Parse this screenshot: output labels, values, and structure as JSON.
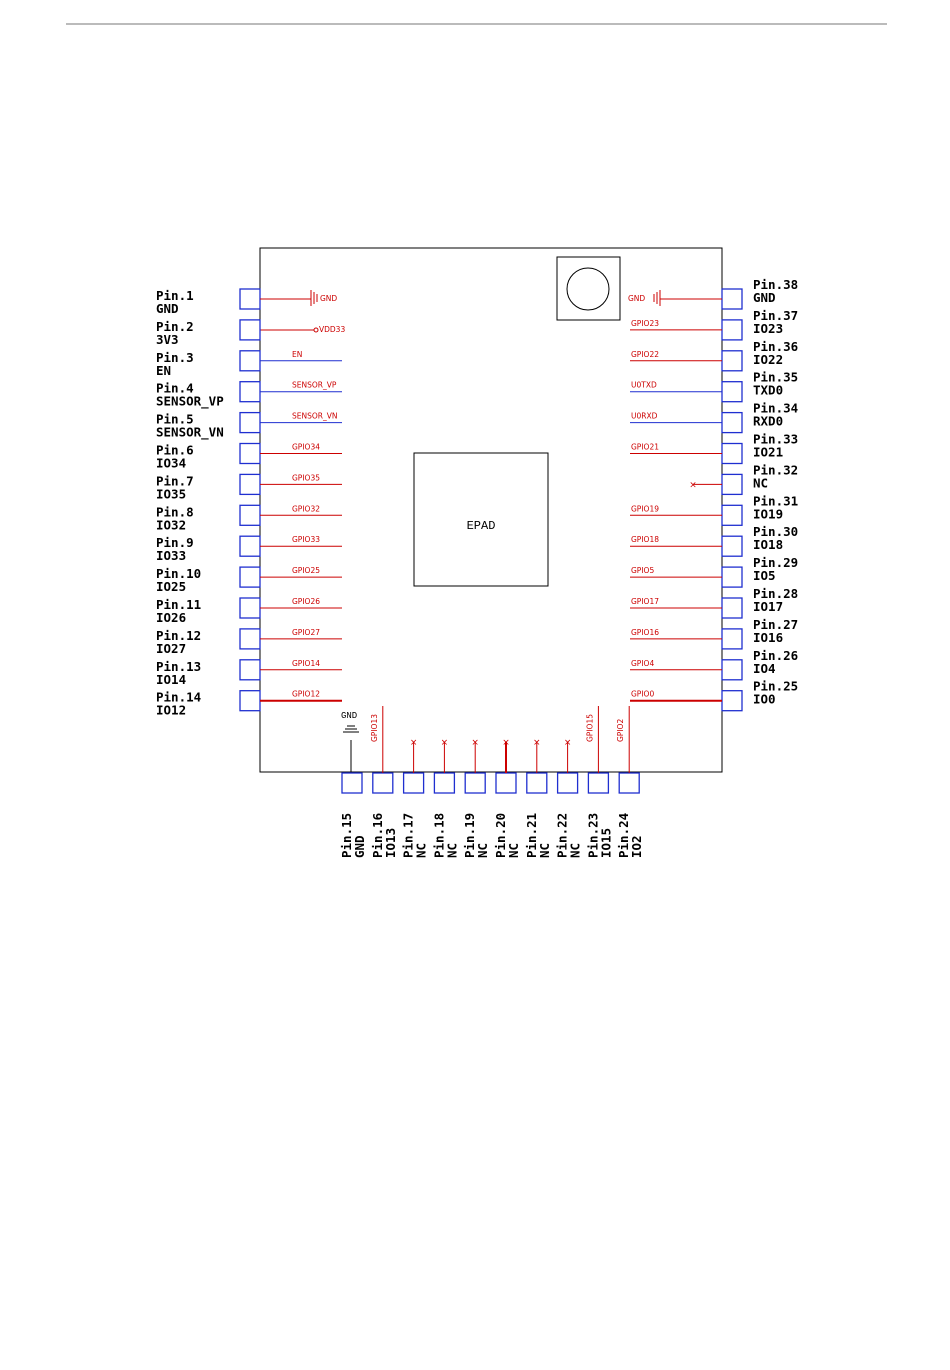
{
  "colors": {
    "pad": "#1f2fd0",
    "wire": "#cc0000",
    "outline": "#000000",
    "text": "#000000"
  },
  "epad": {
    "label": "EPAD"
  },
  "gnd_symbols": {
    "left": "GND",
    "right": "GND",
    "bottom": "GND"
  },
  "vdd_label": "VDD33",
  "left_pins": [
    {
      "pin": "Pin.1",
      "name": "GND",
      "net": ""
    },
    {
      "pin": "Pin.2",
      "name": "3V3",
      "net": ""
    },
    {
      "pin": "Pin.3",
      "name": "EN",
      "net": "EN"
    },
    {
      "pin": "Pin.4",
      "name": "SENSOR_VP",
      "net": "SENSOR_VP"
    },
    {
      "pin": "Pin.5",
      "name": "SENSOR_VN",
      "net": "SENSOR_VN"
    },
    {
      "pin": "Pin.6",
      "name": "IO34",
      "net": "GPIO34"
    },
    {
      "pin": "Pin.7",
      "name": "IO35",
      "net": "GPIO35"
    },
    {
      "pin": "Pin.8",
      "name": "IO32",
      "net": "GPIO32"
    },
    {
      "pin": "Pin.9",
      "name": "IO33",
      "net": "GPIO33"
    },
    {
      "pin": "Pin.10",
      "name": "IO25",
      "net": "GPIO25"
    },
    {
      "pin": "Pin.11",
      "name": "IO26",
      "net": "GPIO26"
    },
    {
      "pin": "Pin.12",
      "name": "IO27",
      "net": "GPIO27"
    },
    {
      "pin": "Pin.13",
      "name": "IO14",
      "net": "GPIO14"
    },
    {
      "pin": "Pin.14",
      "name": "IO12",
      "net": "GPIO12"
    }
  ],
  "right_pins": [
    {
      "pin": "Pin.38",
      "name": "GND",
      "net": ""
    },
    {
      "pin": "Pin.37",
      "name": "IO23",
      "net": "GPIO23"
    },
    {
      "pin": "Pin.36",
      "name": "IO22",
      "net": "GPIO22"
    },
    {
      "pin": "Pin.35",
      "name": "TXD0",
      "net": "U0TXD"
    },
    {
      "pin": "Pin.34",
      "name": "RXD0",
      "net": "U0RXD"
    },
    {
      "pin": "Pin.33",
      "name": "IO21",
      "net": "GPIO21"
    },
    {
      "pin": "Pin.32",
      "name": "NC",
      "net": ""
    },
    {
      "pin": "Pin.31",
      "name": "IO19",
      "net": "GPIO19"
    },
    {
      "pin": "Pin.30",
      "name": "IO18",
      "net": "GPIO18"
    },
    {
      "pin": "Pin.29",
      "name": "IO5",
      "net": "GPIO5"
    },
    {
      "pin": "Pin.28",
      "name": "IO17",
      "net": "GPIO17"
    },
    {
      "pin": "Pin.27",
      "name": "IO16",
      "net": "GPIO16"
    },
    {
      "pin": "Pin.26",
      "name": "IO4",
      "net": "GPIO4"
    },
    {
      "pin": "Pin.25",
      "name": "IO0",
      "net": "GPIO0"
    }
  ],
  "bottom_pins": [
    {
      "pin": "Pin.15",
      "name": "GND",
      "net": ""
    },
    {
      "pin": "Pin.16",
      "name": "IO13",
      "net": "GPIO13"
    },
    {
      "pin": "Pin.17",
      "name": "NC",
      "net": ""
    },
    {
      "pin": "Pin.18",
      "name": "NC",
      "net": ""
    },
    {
      "pin": "Pin.19",
      "name": "NC",
      "net": ""
    },
    {
      "pin": "Pin.20",
      "name": "NC",
      "net": ""
    },
    {
      "pin": "Pin.21",
      "name": "NC",
      "net": ""
    },
    {
      "pin": "Pin.22",
      "name": "NC",
      "net": ""
    },
    {
      "pin": "Pin.23",
      "name": "IO15",
      "net": "GPIO15"
    },
    {
      "pin": "Pin.24",
      "name": "IO2",
      "net": "GPIO2"
    }
  ]
}
